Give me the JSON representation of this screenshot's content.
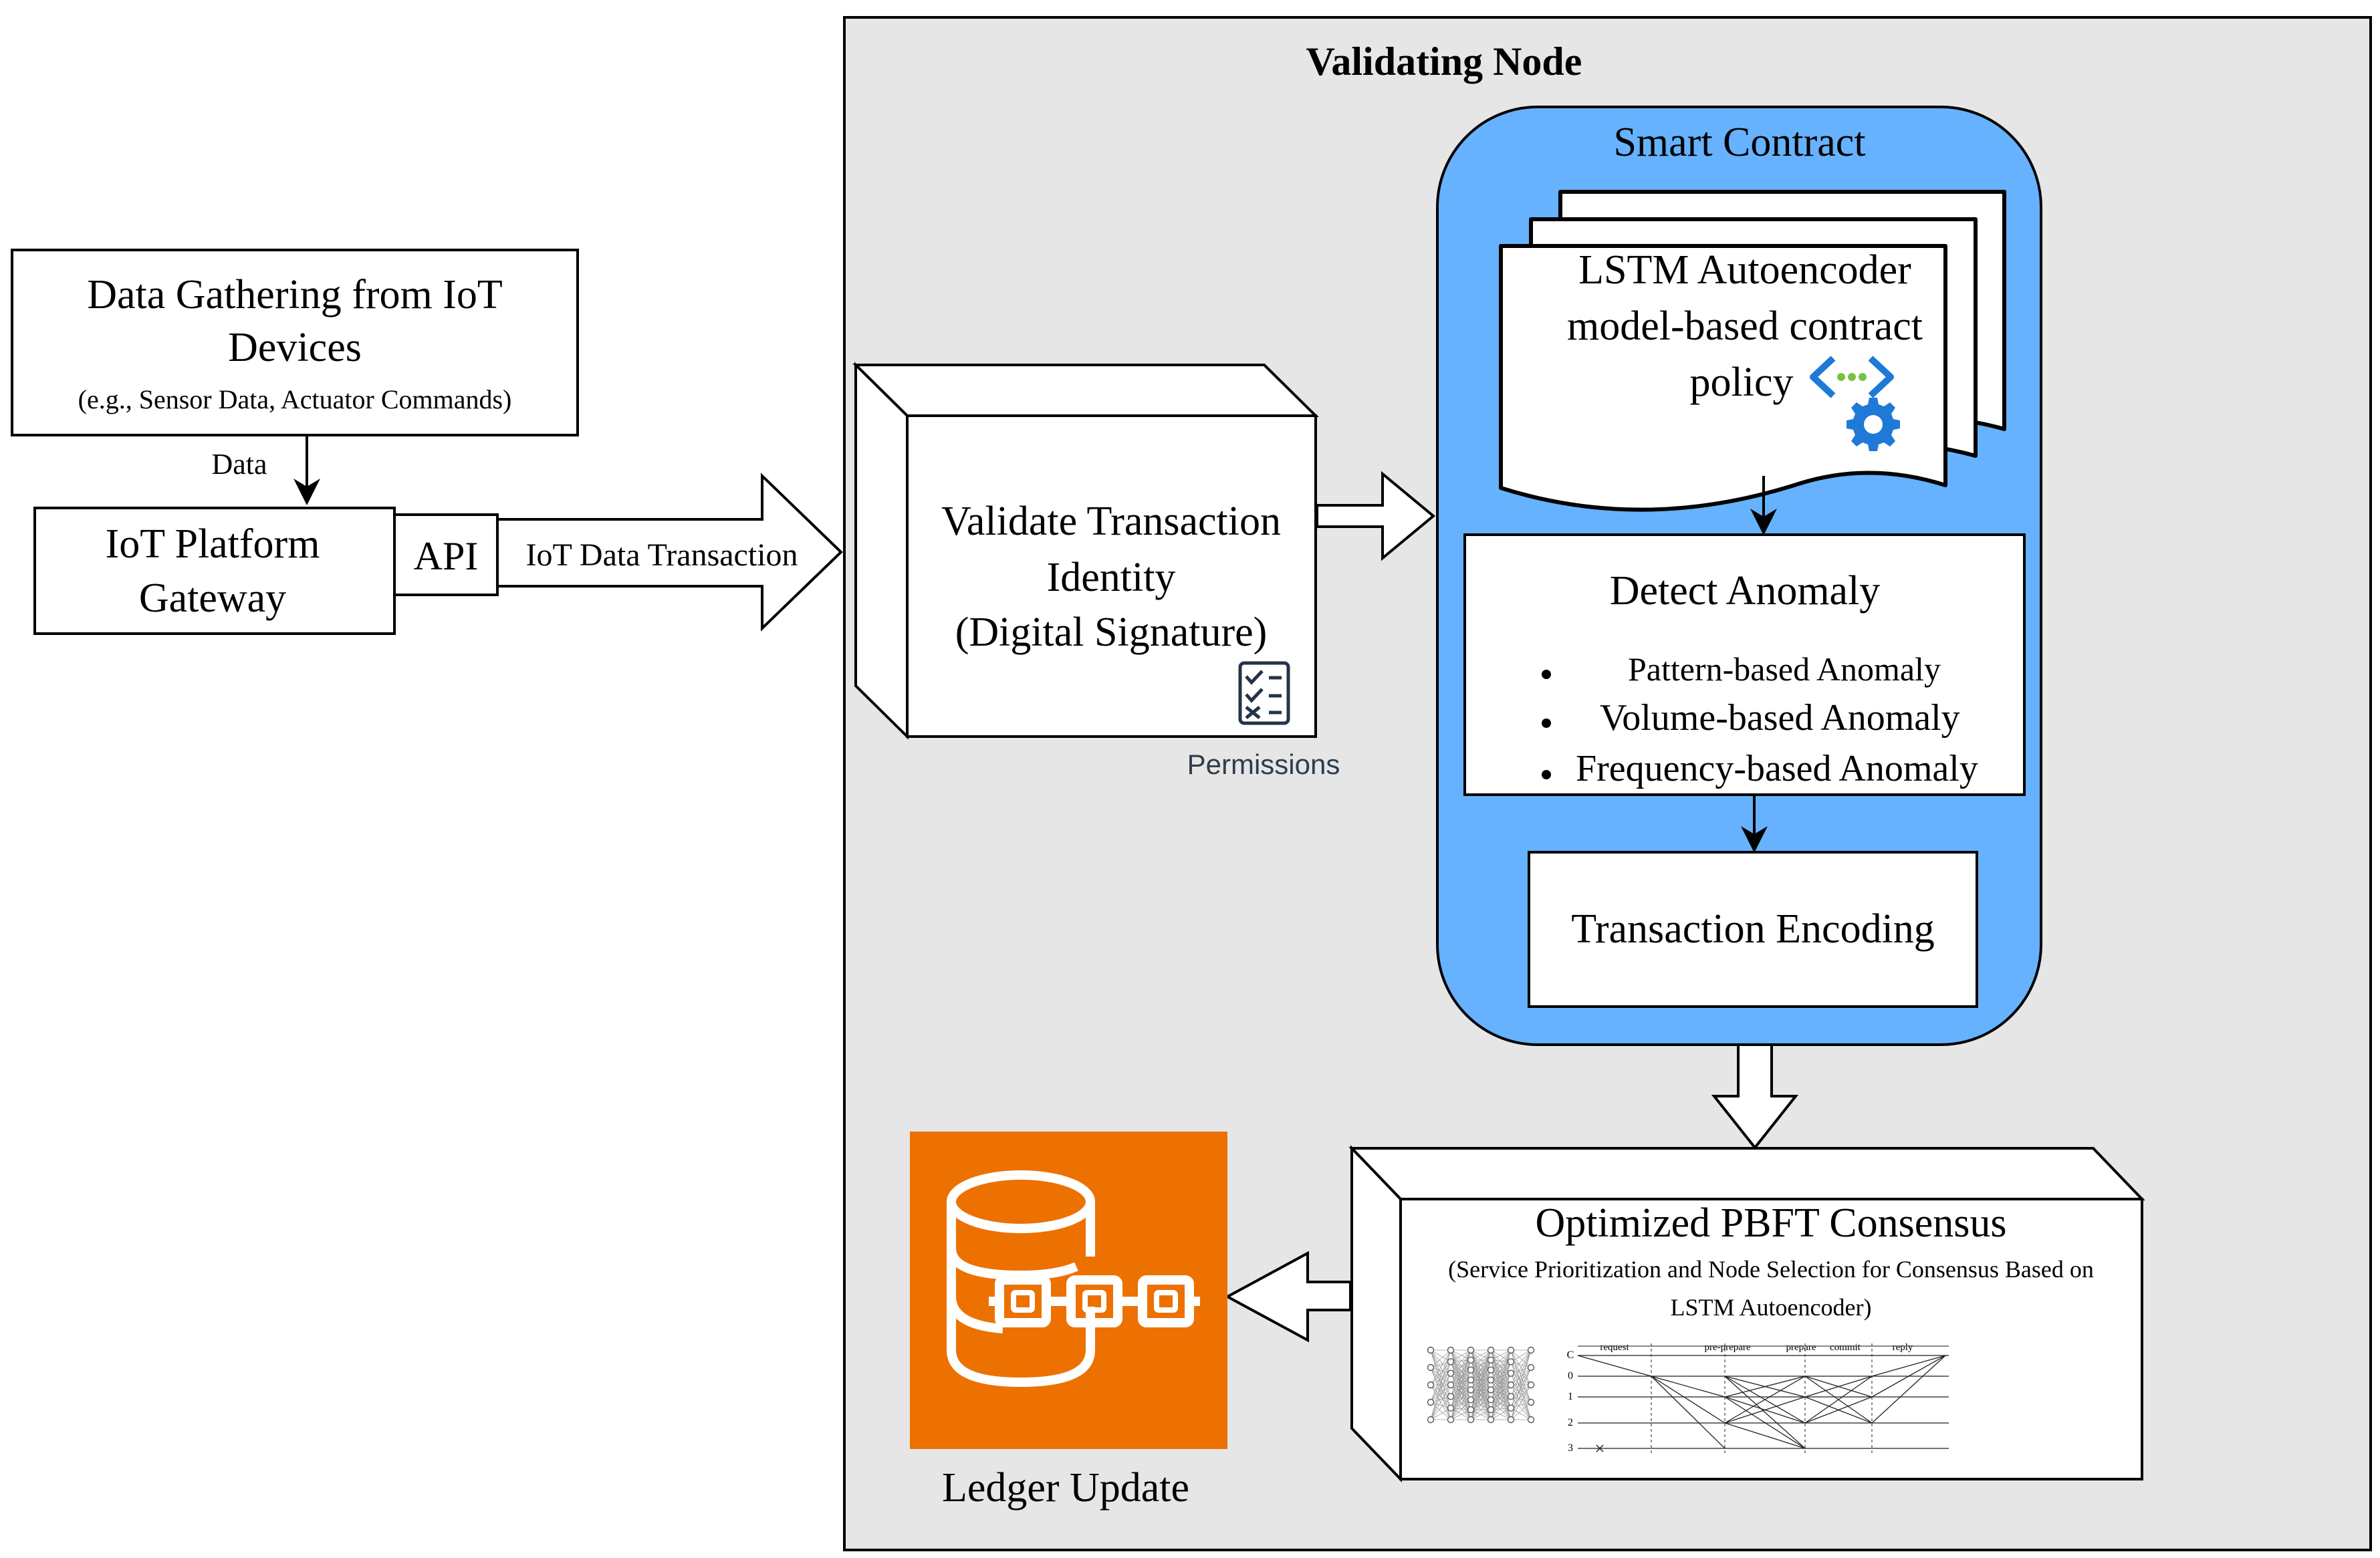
{
  "validating_node": {
    "title": "Validating Node"
  },
  "data_gathering": {
    "line1": "Data Gathering from IoT",
    "line2": "Devices",
    "subtitle": "(e.g., Sensor Data, Actuator Commands)"
  },
  "data_edge_label": "Data",
  "gateway": {
    "line1": "IoT Platform",
    "line2": "Gateway"
  },
  "api_label": "API",
  "transaction_arrow_label": "IoT Data Transaction",
  "validate": {
    "line1": "Validate Transaction",
    "line2": "Identity",
    "line3": "(Digital Signature)",
    "icon_caption": "Permissions"
  },
  "smart_contract": {
    "title": "Smart Contract",
    "policy_line1": "LSTM Autoencoder",
    "policy_line2": "model-based contract",
    "policy_line3": "policy"
  },
  "detect": {
    "title": "Detect Anomaly",
    "items": [
      "Pattern-based Anomaly",
      "Volume-based Anomaly",
      "Frequency-based Anomaly"
    ]
  },
  "encoding": {
    "label": "Transaction Encoding"
  },
  "pbft": {
    "title": "Optimized PBFT Consensus",
    "subtitle_line1": "(Service Prioritization and Node Selection for Consensus Based on",
    "subtitle_line2": "LSTM Autoencoder)",
    "phases": [
      "request",
      "pre-prepare",
      "prepare",
      "commit",
      "reply"
    ],
    "replicas": [
      "C",
      "0",
      "1",
      "2",
      "3"
    ]
  },
  "ledger": {
    "label": "Ledger Update"
  },
  "colors": {
    "node_bg": "#e6e6e6",
    "smart_contract_fill": "#66b2ff",
    "ledger_fill": "#ed7100",
    "icon_blue": "#1e7ad6",
    "icon_green": "#7ac143"
  }
}
